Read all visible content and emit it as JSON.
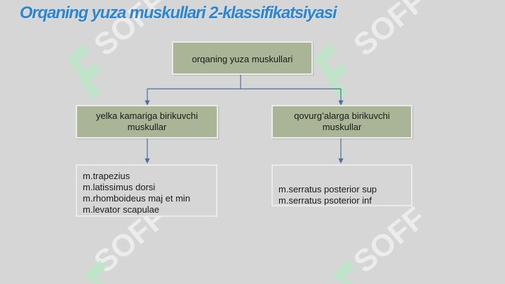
{
  "title": "Orqaning yuza muskullari 2-klassifikatsiyasi",
  "root": {
    "label": "orqaning yuza muskullari"
  },
  "branches": [
    {
      "label": "yelka kamariga birikuvchi muskullar",
      "items": [
        "m.trapezius",
        "m.latissimus dorsi",
        "m.rhomboideus maj et min",
        "m.levator scapulae"
      ]
    },
    {
      "label": "qovurg’alarga birikuvchi muskullar",
      "items": [
        "m.serratus posterior sup",
        "m.serratus psoterior inf"
      ]
    }
  ],
  "watermark": {
    "text": "SOFF"
  },
  "colors": {
    "background": "#d6d6d6",
    "title": "#2e86d1",
    "node_fill": "#a9b596",
    "connector": "#4a6f9e",
    "watermark": "#ffffff",
    "watermark_accent": "#b7e9c4"
  }
}
